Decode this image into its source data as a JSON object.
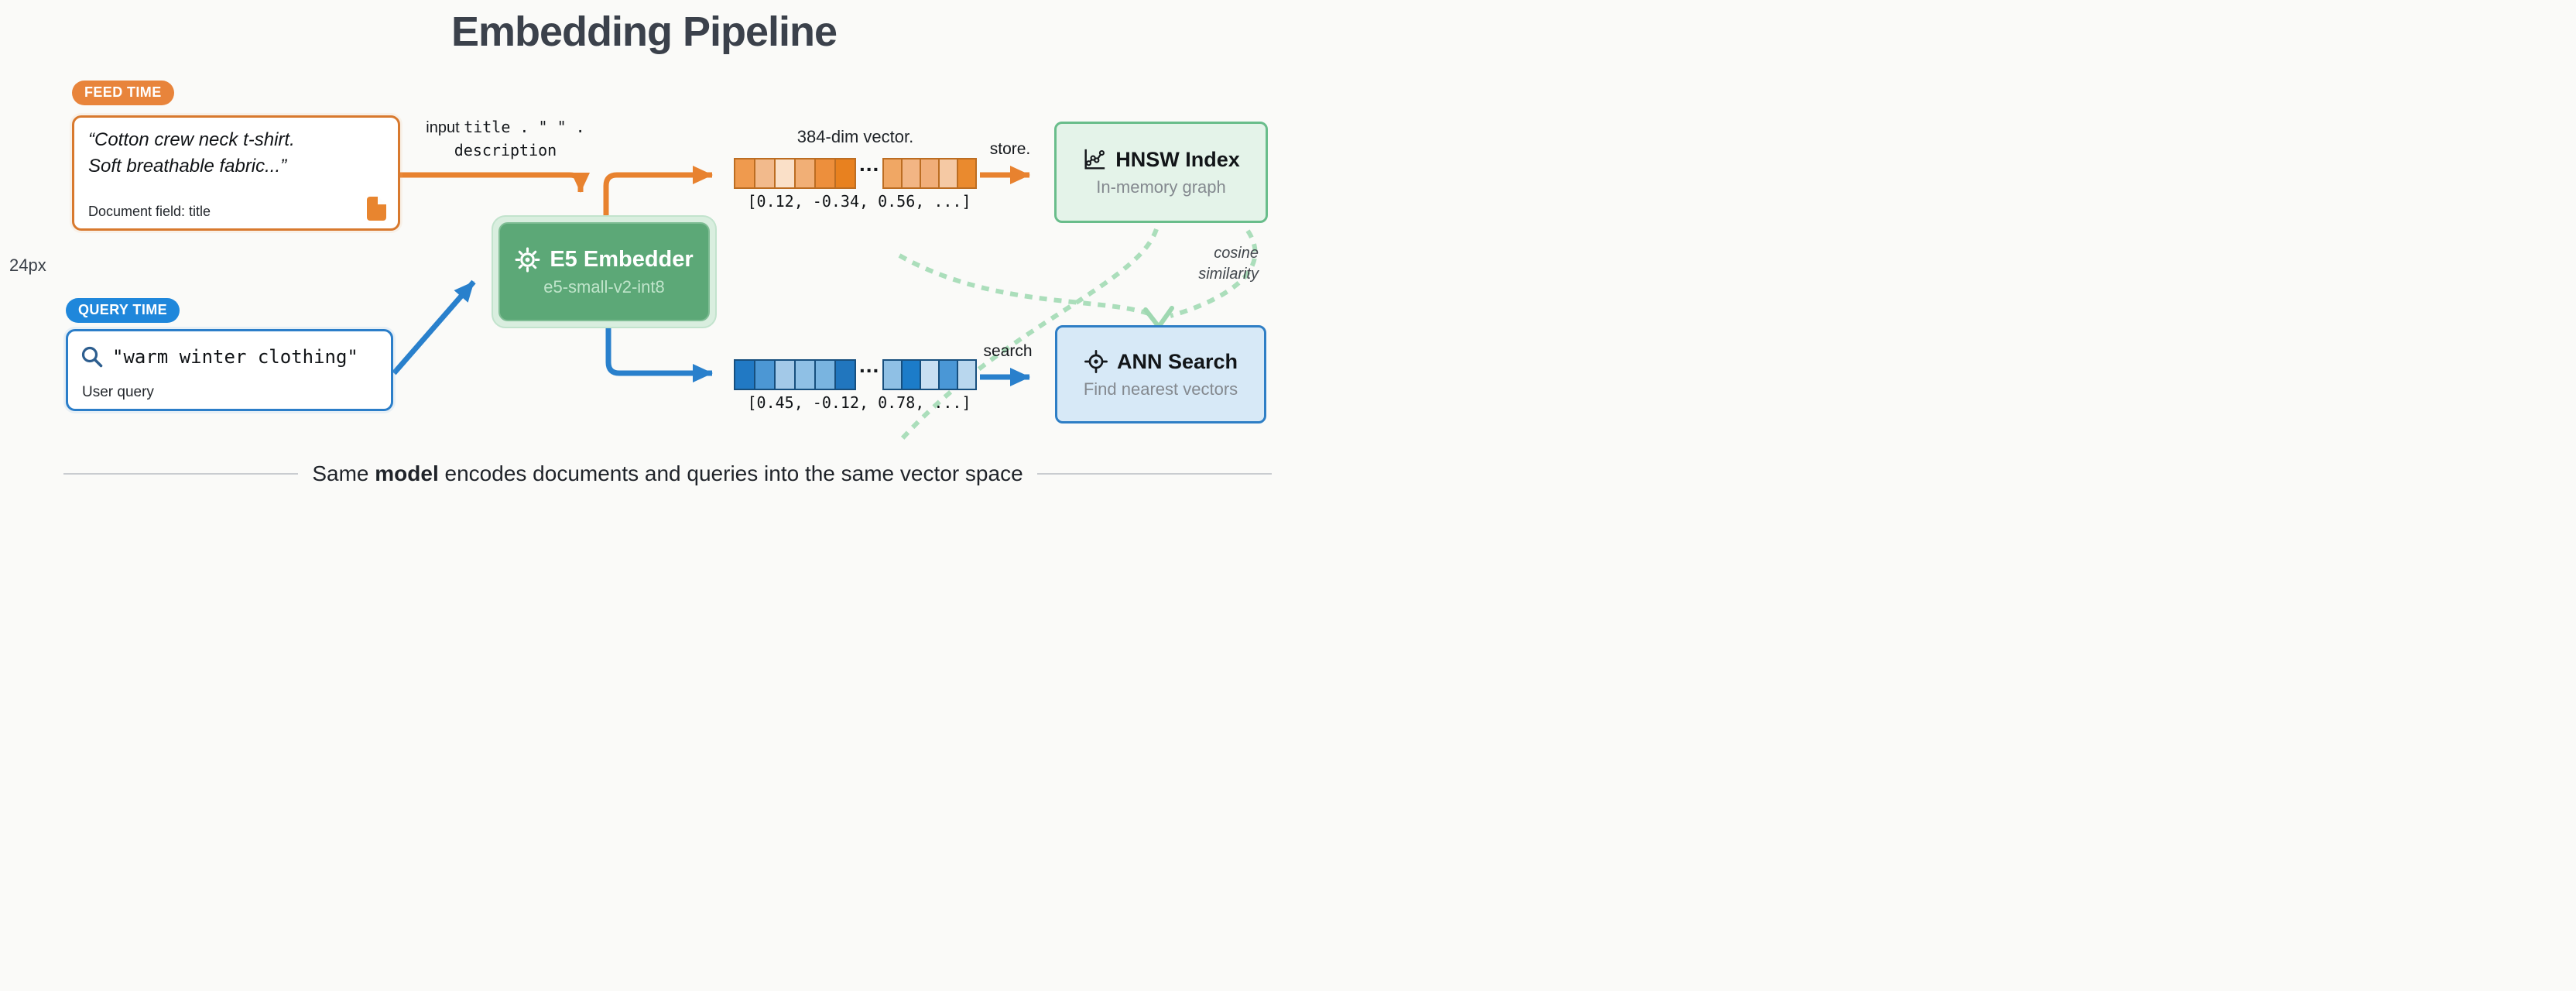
{
  "title": "Embedding Pipeline",
  "margin_label": "24px",
  "feed": {
    "badge": "FEED TIME",
    "quote_line1": "“Cotton crew neck t-shirt.",
    "quote_line2": "Soft breathable fabric...”",
    "field": "Document field: title",
    "input_prefix": "input",
    "input_code": "title . \" \" .",
    "input_line2": "description"
  },
  "query": {
    "badge": "QUERY TIME",
    "text": "\"warm winter clothing\"",
    "caption": "User query"
  },
  "embedder": {
    "title": "E5 Embedder",
    "subtitle": "e5-small-v2-int8"
  },
  "doc_vector": {
    "label": "384-dim vector.",
    "ellipsis": "...",
    "values": "[0.12, -0.34, 0.56, ...]",
    "arrow_label": "store.",
    "cells_a": [
      "#EF9A4E",
      "#F2BA8C",
      "#FAE0C8",
      "#F1AF76",
      "#ED8F3C",
      "#E8811F"
    ],
    "cells_b": [
      "#F0A764",
      "#F2B584",
      "#F1AE79",
      "#F5C9A4",
      "#EA8A2E"
    ]
  },
  "query_vector": {
    "ellipsis": "...",
    "values": "[0.45, -0.12, 0.78, ...]",
    "arrow_label": "search",
    "cells_a": [
      "#2179C4",
      "#4C97D4",
      "#A3C9E8",
      "#8FC0E5",
      "#79B4E0",
      "#2176BE"
    ],
    "cells_b": [
      "#8FC0E5",
      "#1C7CC9",
      "#C8DFF2",
      "#4A97D6",
      "#B9D7EE"
    ]
  },
  "hnsw": {
    "title": "HNSW Index",
    "subtitle": "In-memory graph"
  },
  "ann": {
    "title": "ANN Search",
    "subtitle": "Find nearest vectors"
  },
  "cosine": {
    "line1": "cosine",
    "line2": "similarity"
  },
  "footer": {
    "pre": "Same ",
    "bold": "model",
    "post": " encodes documents and queries into the same vector space"
  },
  "colors": {
    "orange": "#E8822F",
    "orange_cell_border": "#BC6D22",
    "blue": "#2980CC",
    "blue_cell_border": "#174F7E",
    "embedder_green": "#5CA877",
    "hnsw_fill": "#E4F3E9",
    "hnsw_border": "#69BD8B",
    "ann_fill": "#D7E9F7",
    "ann_border": "#2E7EC5",
    "dashed_green": "#ABDEBB"
  }
}
